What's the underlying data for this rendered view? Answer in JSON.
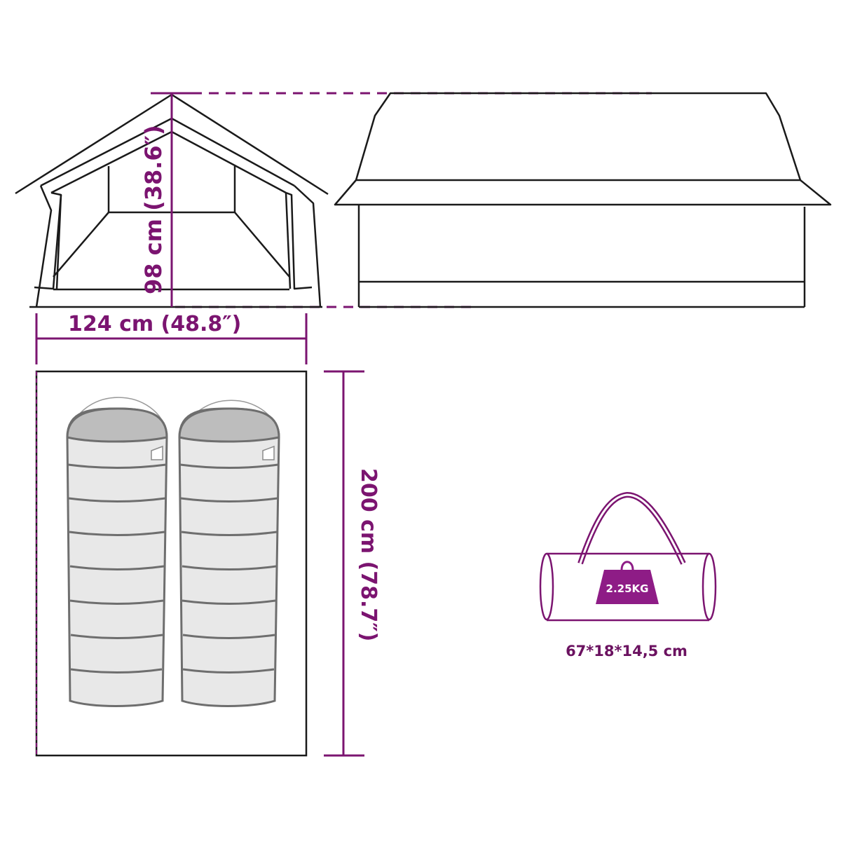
{
  "diagram": {
    "subject": "2-person tent dimensions",
    "colors": {
      "accent": "#7b1470",
      "outline": "#1a1a1a",
      "sleeping_bag_fill": "#e8e8e8",
      "sleeping_bag_hood": "#bdbdbd",
      "sleeping_bag_outline": "#6e6e6e",
      "background": "#ffffff"
    },
    "front_view": {
      "height_label": "98 cm (38.6″)",
      "width_label": "124 cm (48.8″)"
    },
    "side_view": {},
    "floor_plan": {
      "length_label": "200 cm (78.7″)",
      "sleeping_bags": 2
    },
    "carry_bag": {
      "weight_label": "2.25KG",
      "size_label": "67*18*14,5 cm"
    }
  }
}
